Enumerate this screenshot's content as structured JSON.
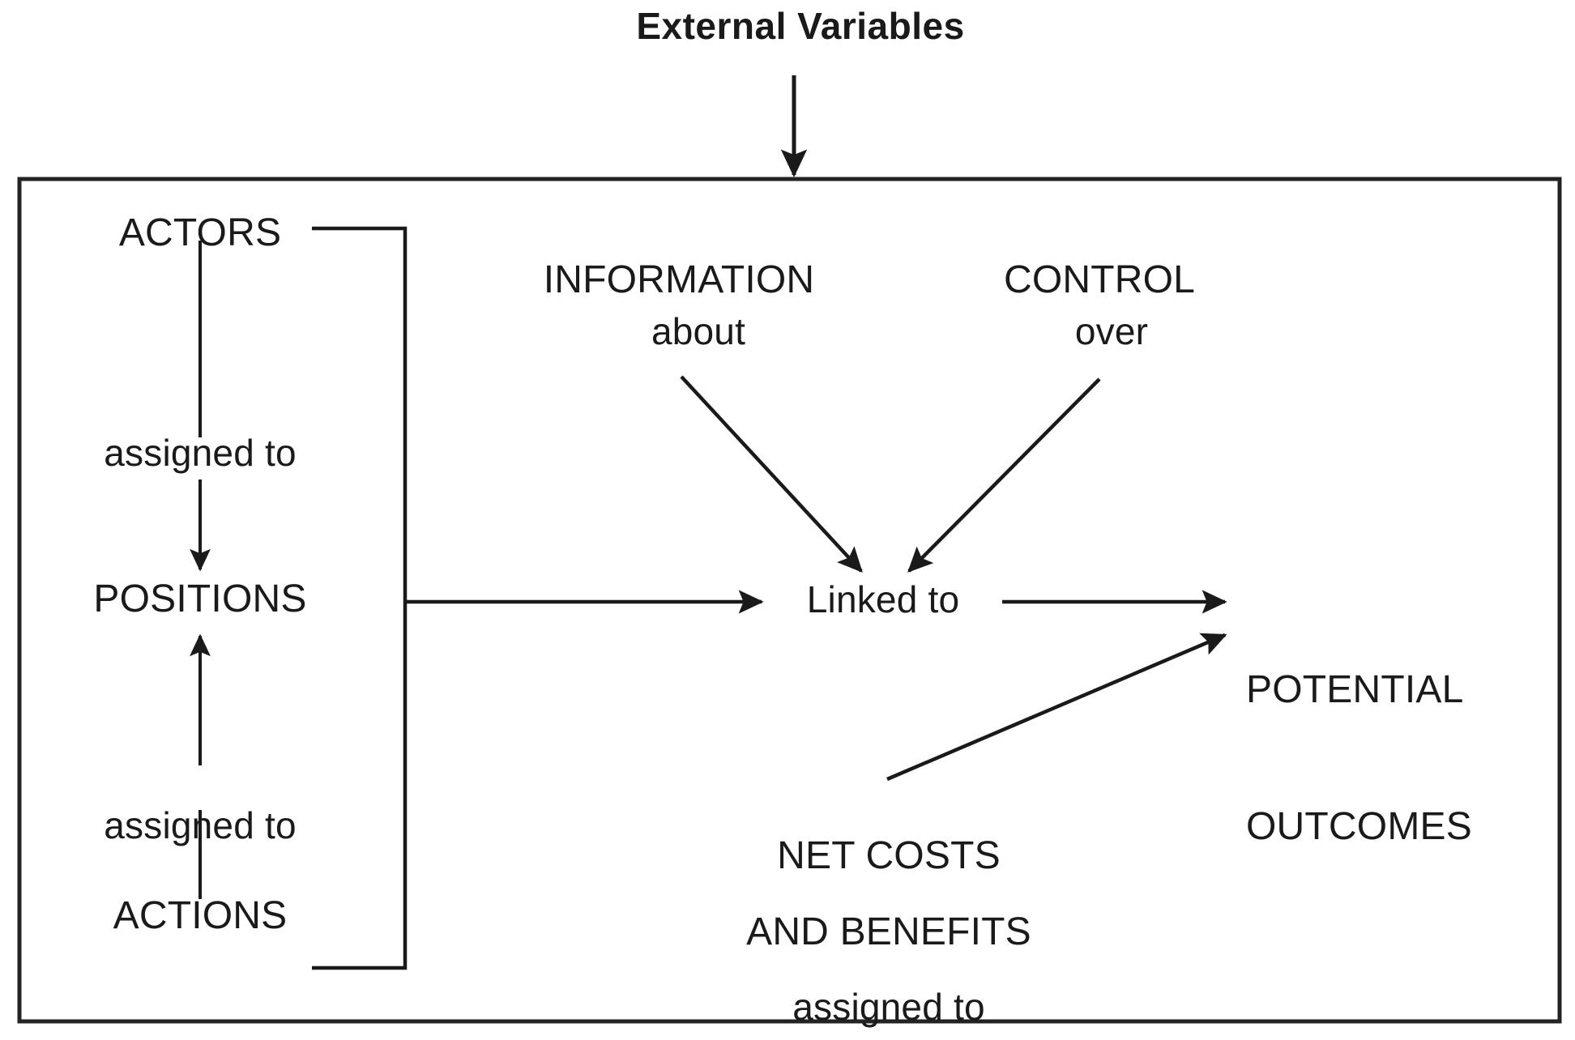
{
  "diagram": {
    "title": "External Variables",
    "frame": {
      "label": "action-situation-frame"
    },
    "nodes": {
      "actors": "ACTORS",
      "positions": "POSITIONS",
      "actions": "ACTIONS",
      "information": "INFORMATION",
      "information_sub": "about",
      "control": "CONTROL",
      "control_sub": "over",
      "linked_to": "Linked to",
      "potential_outcomes_line1": "POTENTIAL",
      "potential_outcomes_line2": "OUTCOMES",
      "net_costs_line1": "NET COSTS",
      "net_costs_line2": "AND BENEFITS",
      "net_costs_line3": "assigned to"
    },
    "edge_labels": {
      "actors_to_positions": "assigned to",
      "actions_to_positions": "assigned to"
    },
    "colors": {
      "ink": "#1a1a1a",
      "line": "#232323",
      "background": "#ffffff"
    }
  }
}
